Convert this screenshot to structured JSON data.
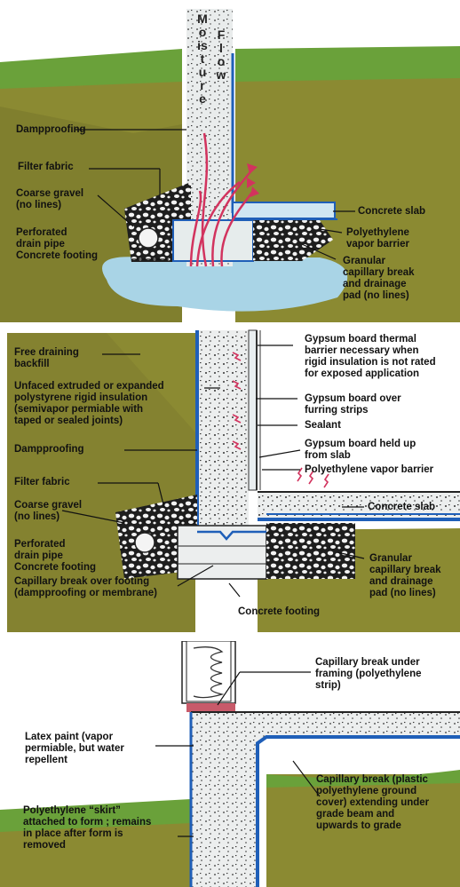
{
  "colors": {
    "grass": "#6aa13a",
    "soil": "#8b8a32",
    "soil_dark": "#6f6a28",
    "concrete": "#e9ecec",
    "water": "#a9d4e6",
    "blue_line": "#1f5fb8",
    "moisture_red": "#d2335e",
    "gravel": "#2b2b2b"
  },
  "panel1": {
    "moisture_left": "Moisture",
    "flow_right": "Flow",
    "labels": {
      "dampproofing": "Dampproofing",
      "filter_fabric": "Filter fabric",
      "coarse_gravel": "Coarse gravel\n(no lines)",
      "perforated_drain": "Perforated\ndrain pipe\nConcrete footing",
      "concrete_slab": "Concrete slab",
      "poly_vapor": "Polyethylene\nvapor barrier",
      "granular": "Granular\ncapillary break\nand drainage\npad (no lines)"
    }
  },
  "panel2": {
    "labels": {
      "free_draining": "Free draining\nbackfill",
      "unfaced": "Unfaced extruded or expanded\npolystyrene rigid insulation\n(semivapor permiable with\ntaped or sealed joints)",
      "dampproofing": "Dampproofing",
      "filter_fabric": "Filter fabric",
      "coarse_gravel": "Coarse gravel\n(no lines)",
      "perforated_drain": "Perforated\ndrain pipe\nConcrete footing",
      "capillary_footing": "Capillary break over footing\n(dampproofing or membrane)",
      "concrete_footing": "Concrete footing",
      "gypsum_thermal": "Gypsum board thermal\nbarrier necessary when\nrigid insulation is not rated\nfor exposed application",
      "gypsum_furring": "Gypsum board over\nfurring strips",
      "sealant": "Sealant",
      "gypsum_held": "Gypsum board held up\nfrom slab",
      "poly_vapor": "Polyethylene vapor barrier",
      "concrete_slab": "Concrete slab",
      "granular": "Granular\ncapillary break\nand drainage\npad (no lines)"
    }
  },
  "panel3": {
    "labels": {
      "capillary_framing": "Capillary break under\nframing (polyethylene\nstrip)",
      "latex_paint": "Latex paint (vapor\npermiable, but water\nrepellent",
      "capillary_plastic": "Capillary break (plastic\npolyethylene ground\ncover) extending under\ngrade beam and\nupwards to grade",
      "poly_skirt": "Polyethylene “skirt”\nattached to form ; remains\nin place after form is\nremoved"
    }
  }
}
